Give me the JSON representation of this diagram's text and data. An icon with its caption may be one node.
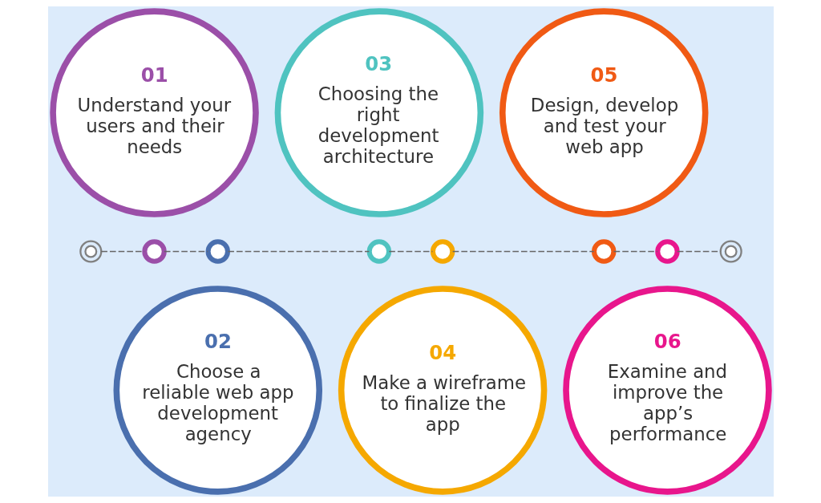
{
  "diagram": {
    "nodes": [
      {
        "text": [
          "01",
          "Understand your users and their needs"
        ]
      },
      {
        "text": [
          "02",
          "Choose a reliable web app development agency"
        ]
      },
      {
        "text": [
          "03",
          "Choosing the right development architecture"
        ]
      },
      {
        "text": [
          "04",
          "Make a wireframe to finalize the app"
        ]
      },
      {
        "text": [
          "05",
          "Design, develop and test your web app"
        ]
      },
      {
        "text": [
          "06",
          "Examine and improve the app’s performance"
        ]
      },
      {
        "text": [],
        "shape": "circle"
      },
      {
        "text": [],
        "shape": "circle"
      },
      {
        "text": [],
        "shape": "circle"
      },
      {
        "text": [],
        "shape": "circle"
      },
      {
        "text": [],
        "shape": "circle"
      },
      {
        "text": [],
        "shape": "circle"
      },
      {
        "text": [],
        "shape": "circle"
      },
      {
        "text": [],
        "shape": "circle"
      }
    ],
    "edges": [
      {
        "from": 6,
        "to": 7,
        "arrow": "none",
        "style": "dashed"
      },
      {
        "from": 7,
        "to": 8,
        "arrow": "none",
        "style": "dashed"
      },
      {
        "from": 8,
        "to": 9,
        "arrow": "none",
        "style": "dashed"
      },
      {
        "from": 9,
        "to": 10,
        "arrow": "none",
        "style": "dashed"
      },
      {
        "from": 10,
        "to": 11,
        "arrow": "none",
        "style": "dashed"
      },
      {
        "from": 11,
        "to": 12,
        "arrow": "none",
        "style": "dashed"
      },
      {
        "from": 12,
        "to": 13,
        "arrow": "none",
        "style": "dashed"
      }
    ]
  }
}
